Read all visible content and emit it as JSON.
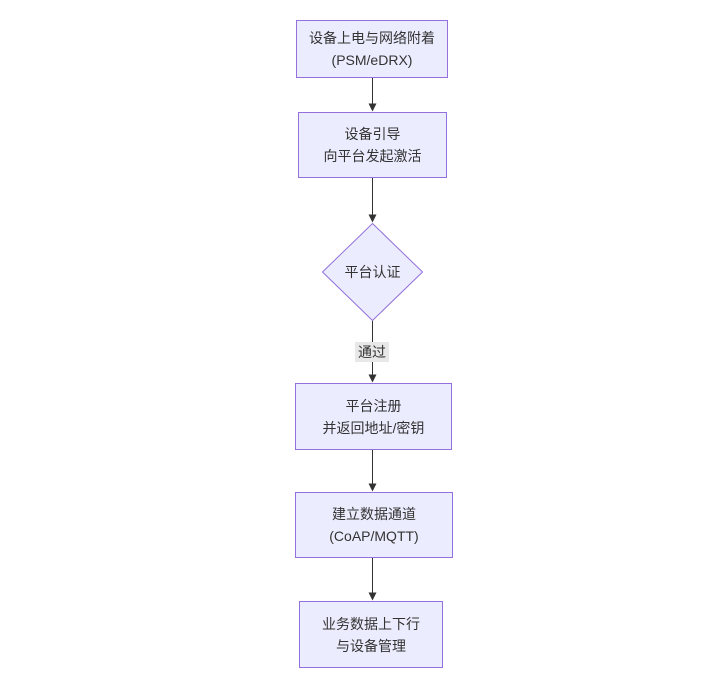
{
  "diagram": {
    "type": "flowchart",
    "direction": "top-down",
    "nodes": [
      {
        "id": "A",
        "shape": "rect",
        "lines": [
          "设备上电与网络附着",
          "(PSM/eDRX)"
        ]
      },
      {
        "id": "B",
        "shape": "rect",
        "lines": [
          "设备引导",
          "向平台发起激活"
        ]
      },
      {
        "id": "C",
        "shape": "diamond",
        "lines": [
          "平台认证"
        ]
      },
      {
        "id": "D",
        "shape": "rect",
        "lines": [
          "平台注册",
          "并返回地址/密钥"
        ]
      },
      {
        "id": "E",
        "shape": "rect",
        "lines": [
          "建立数据通道",
          "(CoAP/MQTT)"
        ]
      },
      {
        "id": "F",
        "shape": "rect",
        "lines": [
          "业务数据上下行",
          "与设备管理"
        ]
      }
    ],
    "edges": [
      {
        "from": "A",
        "to": "B",
        "label": ""
      },
      {
        "from": "B",
        "to": "C",
        "label": ""
      },
      {
        "from": "C",
        "to": "D",
        "label": "通过"
      },
      {
        "from": "D",
        "to": "E",
        "label": ""
      },
      {
        "from": "E",
        "to": "F",
        "label": ""
      }
    ],
    "colors": {
      "node_fill": "#ECECFF",
      "node_border": "#9370DB",
      "text": "#333333",
      "edge_line": "#333333",
      "edge_label_bg": "#E8E8E8"
    }
  }
}
